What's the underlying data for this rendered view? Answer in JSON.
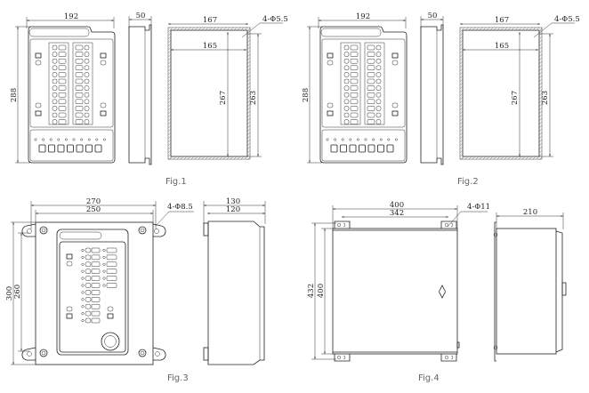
{
  "figures": [
    {
      "caption": "Fig.1",
      "dims": {
        "width": "192",
        "height": "288",
        "depth": "50",
        "cut_outer": "167",
        "cut_inner": "165",
        "cut_h_inner": "267",
        "cut_h_outer": "263",
        "holes": "4-Φ5.5"
      }
    },
    {
      "caption": "Fig.2",
      "dims": {
        "width": "192",
        "height": "288",
        "depth": "50",
        "cut_outer": "167",
        "cut_inner": "165",
        "cut_h_inner": "267",
        "cut_h_outer": "263",
        "holes": "4-Φ5.5"
      }
    },
    {
      "caption": "Fig.3",
      "dims": {
        "width_outer": "270",
        "width_inner": "250",
        "height_outer": "300",
        "height_inner": "260",
        "depth_outer": "130",
        "depth_inner": "120",
        "holes": "4-Φ8.5"
      }
    },
    {
      "caption": "Fig.4",
      "dims": {
        "width_outer": "400",
        "width_inner": "342",
        "height_outer": "432",
        "height_inner": "400",
        "depth": "210",
        "holes": "4-Φ11"
      }
    }
  ]
}
